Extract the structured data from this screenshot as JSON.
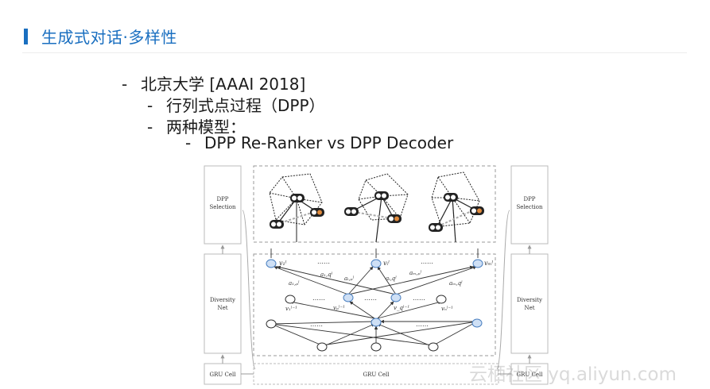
{
  "slide": {
    "title": "生成式对话·多样性"
  },
  "bullets": [
    {
      "dash": "-",
      "text": "北京大学 [AAAI 2018]"
    },
    {
      "dash": "-",
      "text": "行列式点过程（DPP）"
    },
    {
      "dash": "-",
      "text": "两种模型："
    },
    {
      "dash": "-",
      "text": "DPP Re-Ranker vs DPP Decoder"
    }
  ],
  "figure": {
    "left_boxes": [
      "DPP",
      "Selection",
      "Diversity",
      "Net",
      "GRU Cell"
    ],
    "right_boxes": [
      "DPP",
      "Selection",
      "Diversity",
      "Net",
      "GRU Cell"
    ],
    "center_bottom": "GRU Cell",
    "ellipsis": "……",
    "top_nodes": [
      "v₁ˡ",
      "vᵢˡ",
      "vₘˡ"
    ],
    "mid_nodes": [
      "vₚˡ⁻¹",
      "v_qˡ⁻¹"
    ],
    "side_nodes": [
      "v₁ˡ⁻¹",
      "vₙˡ⁻¹"
    ],
    "edge_labels": [
      "a₁,ₚˡ",
      "a₁,qˡ",
      "aᵢ,ₚˡ",
      "aᵢ,qˡ",
      "aₘ,ₚˡ",
      "aₘ,qˡ"
    ]
  },
  "watermark": "云栖社区 yq.aliyun.com",
  "colors": {
    "accent": "#1a6fc0",
    "node_fill": "#cfe0f5",
    "node_stroke": "#4a7fc0",
    "orange": "#e08a3c"
  }
}
